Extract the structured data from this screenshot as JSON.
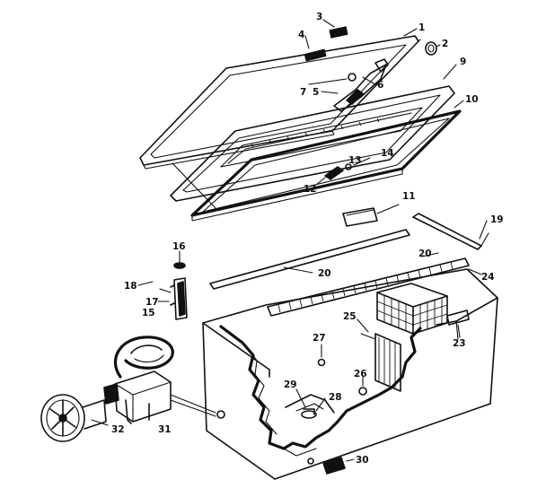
{
  "callouts": [
    {
      "id": "c1",
      "text": "1"
    },
    {
      "id": "c2",
      "text": "2"
    },
    {
      "id": "c3",
      "text": "3"
    },
    {
      "id": "c4",
      "text": "4"
    },
    {
      "id": "c5",
      "text": "5"
    },
    {
      "id": "c6",
      "text": "6"
    },
    {
      "id": "c7",
      "text": "7"
    },
    {
      "id": "c9",
      "text": "9"
    },
    {
      "id": "c10",
      "text": "10"
    },
    {
      "id": "c11",
      "text": "11"
    },
    {
      "id": "c12",
      "text": "12"
    },
    {
      "id": "c13",
      "text": "13"
    },
    {
      "id": "c14",
      "text": "14"
    },
    {
      "id": "c15",
      "text": "15"
    },
    {
      "id": "c16",
      "text": "16"
    },
    {
      "id": "c17",
      "text": "17"
    },
    {
      "id": "c18",
      "text": "18"
    },
    {
      "id": "c19",
      "text": "19"
    },
    {
      "id": "c20a",
      "text": "20"
    },
    {
      "id": "c20b",
      "text": "20"
    },
    {
      "id": "c23",
      "text": "23"
    },
    {
      "id": "c24",
      "text": "24"
    },
    {
      "id": "c25",
      "text": "25"
    },
    {
      "id": "c26",
      "text": "26"
    },
    {
      "id": "c27",
      "text": "27"
    },
    {
      "id": "c28",
      "text": "28"
    },
    {
      "id": "c29",
      "text": "29"
    },
    {
      "id": "c30",
      "text": "30"
    },
    {
      "id": "c31",
      "text": "31"
    },
    {
      "id": "c32",
      "text": "32"
    }
  ]
}
